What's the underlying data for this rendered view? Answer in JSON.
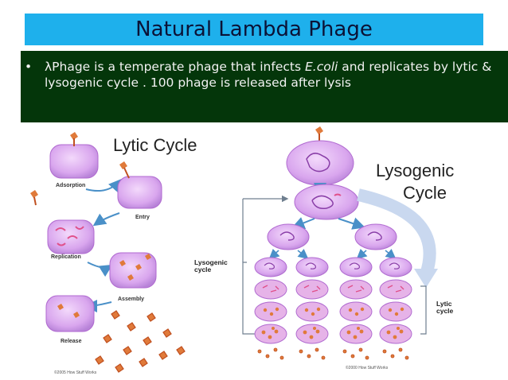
{
  "slide": {
    "title": "Natural Lambda Phage",
    "bullet_symbol": "•",
    "bullet": {
      "part1": "λPhage is a temperate phage that infects ",
      "italic": "E.coli",
      "part2": " and replicates by lytic & lysogenic cycle . 100 phage is released after lysis"
    }
  },
  "lytic_diagram": {
    "heading": "Lytic Cycle",
    "stages": [
      "Adsorption",
      "Entry",
      "Replication",
      "Assembly",
      "Release"
    ],
    "credit": "©2005 How Stuff Works"
  },
  "lysogenic_diagram": {
    "heading_line1": "Lysogenic",
    "heading_line2": "Cycle",
    "side_label_left_line1": "Lysogenic",
    "side_label_left_line2": "cycle",
    "side_label_right_line1": "Lytic",
    "side_label_right_line2": "cycle",
    "credit": "©2000 How Stuff Works"
  },
  "colors": {
    "title_bg": "#1eb0ec",
    "bullet_bg": "#04360a",
    "cell_fill": "#d9a6ee",
    "cell_stroke": "#b06ad0",
    "phage": "#e07a3a",
    "arrow": "#4a90c8"
  }
}
